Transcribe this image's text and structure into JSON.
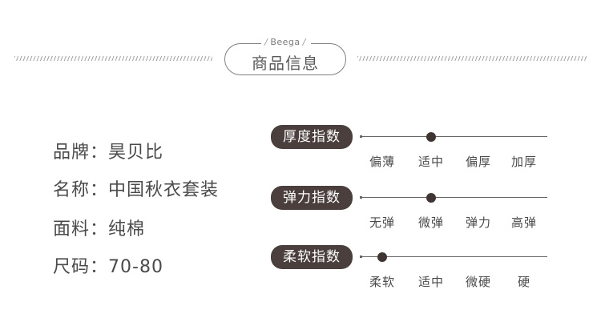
{
  "header": {
    "brand": "Beega",
    "title": "商品信息"
  },
  "info": [
    {
      "label": "品牌",
      "sep": "：",
      "value": "昊贝比"
    },
    {
      "label": "名称",
      "sep": "：",
      "value": "中国秋衣套装"
    },
    {
      "label": "面料",
      "sep": "：",
      "value": "纯棉"
    },
    {
      "label": "尺码",
      "sep": "：",
      "value": "70-80"
    }
  ],
  "indexes": [
    {
      "label": "厚度指数",
      "options": [
        "偏薄",
        "适中",
        "偏厚",
        "加厚"
      ],
      "selected_index": 1
    },
    {
      "label": "弹力指数",
      "options": [
        "无弹",
        "微弹",
        "弹力",
        "高弹"
      ],
      "selected_index": 1
    },
    {
      "label": "柔软指数",
      "options": [
        "柔软",
        "适中",
        "微硬",
        "硬"
      ],
      "selected_index": 0
    }
  ]
}
